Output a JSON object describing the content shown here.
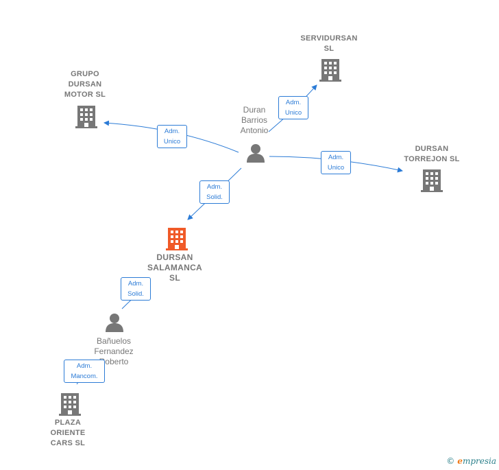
{
  "nodes": {
    "servidursan": {
      "label": "SERVIDURSAN\nSL",
      "type": "company"
    },
    "grupo_dursan": {
      "label": "GRUPO\nDURSAN\nMOTOR SL",
      "type": "company"
    },
    "duran_barrios": {
      "label": "Duran\nBarrios\nAntonio",
      "type": "person"
    },
    "dursan_torrejon": {
      "label": "DURSAN\nTORREJON  SL",
      "type": "company"
    },
    "dursan_salamanca": {
      "label": "DURSAN\nSALAMANCA\nSL",
      "type": "company-focus"
    },
    "banuelos": {
      "label": "Bañuelos\nFernandez\nRoberto",
      "type": "person"
    },
    "plaza_oriente": {
      "label": "PLAZA\nORIENTE\nCARS SL",
      "type": "company"
    }
  },
  "edges": {
    "e1": {
      "label": "Adm.\nUnico"
    },
    "e2": {
      "label": "Adm.\nUnico"
    },
    "e3": {
      "label": "Adm.\nUnico"
    },
    "e4": {
      "label": "Adm.\nSolid."
    },
    "e5": {
      "label": "Adm.\nSolid."
    },
    "e6": {
      "label": "Adm.\nMancom."
    }
  },
  "colors": {
    "edge": "#2b7bd6",
    "company": "#777777",
    "focus": "#f05a28",
    "person": "#777777"
  },
  "watermark": {
    "copyright": "©",
    "brand_initial": "e",
    "brand_rest": "mpresia"
  }
}
